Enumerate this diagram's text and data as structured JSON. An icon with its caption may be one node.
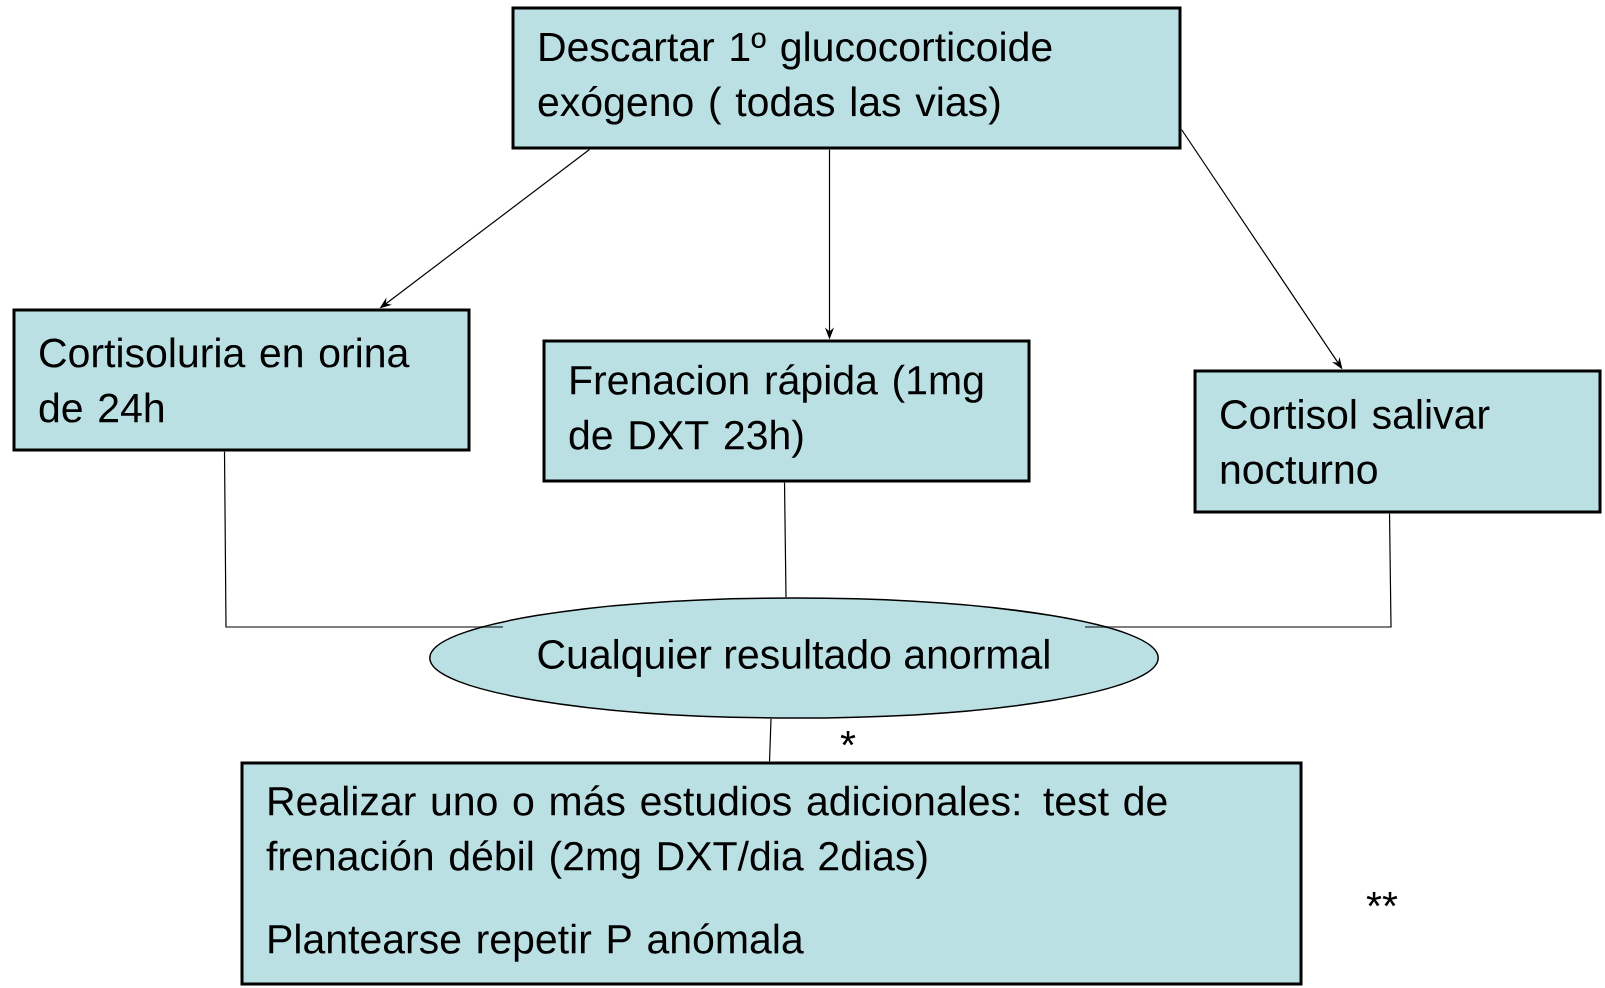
{
  "diagram": {
    "nodes": [
      {
        "text": [
          "Descartar 1º glucocorticoide exógeno ( todas las vias)"
        ]
      },
      {
        "text": [
          "Cortisoluria en orina de 24h"
        ]
      },
      {
        "text": [
          "Frenacion rápida (1mg de DXT 23h)"
        ]
      },
      {
        "text": [
          "Cortisol salivar nocturno"
        ]
      },
      {
        "text": [
          "Cualquier resultado anormal"
        ]
      },
      {
        "text": [
          "Realizar uno o más estudios adicionales: test de frenación débil (2mg DXT/dia 2dias)",
          "Plantearse repetir P anómala"
        ]
      }
    ],
    "edges": [
      {
        "from": 0,
        "to": 1,
        "arrow": "to"
      },
      {
        "from": 0,
        "to": 2,
        "arrow": "to"
      },
      {
        "from": 0,
        "to": 3,
        "arrow": "to"
      },
      {
        "from": 1,
        "to": 4,
        "arrow": "none"
      },
      {
        "from": 2,
        "to": 4,
        "arrow": "none"
      },
      {
        "from": 3,
        "to": 4,
        "arrow": "none"
      },
      {
        "from": 4,
        "to": 5,
        "arrow": "none"
      }
    ],
    "labels": [
      "*",
      "**"
    ]
  }
}
